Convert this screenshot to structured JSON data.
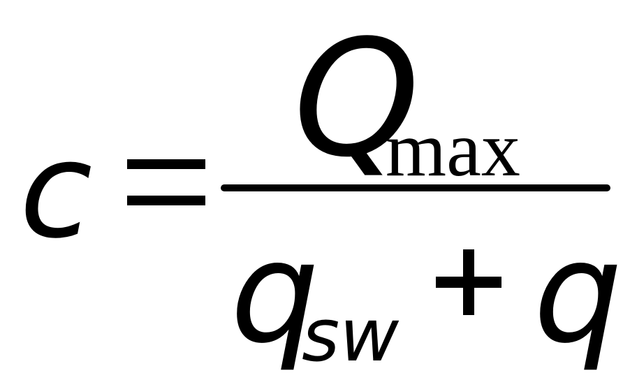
{
  "formula": {
    "lhs": "c",
    "operator_equals": "=",
    "numerator": {
      "main": "Q",
      "subscript": "max"
    },
    "denominator": {
      "first": "q",
      "first_subscript": "sw",
      "operator": "+",
      "second": "q"
    }
  }
}
